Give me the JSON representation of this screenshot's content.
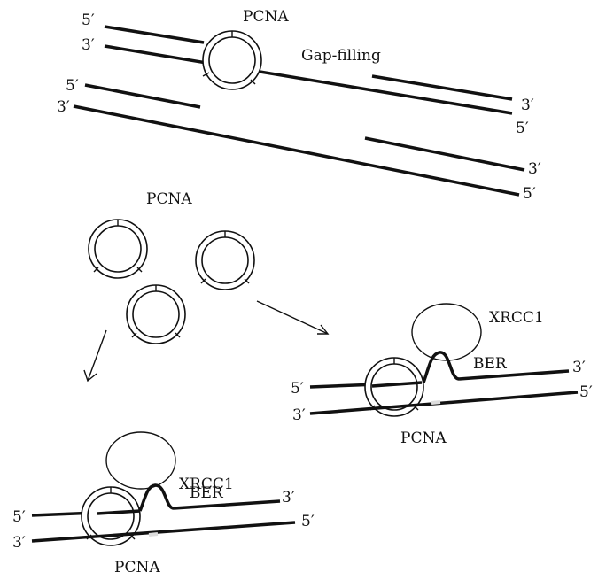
{
  "labels": {
    "pcna_top": "PCNA",
    "gap_filling": "Gap-filling",
    "pcna_free": "PCNA",
    "xrcc1_right": "XRCC1",
    "ber_right": "BER",
    "pcna_right": "PCNA",
    "xrcc1_left": "XRCC1",
    "ber_left": "BER",
    "pcna_left": "PCNA"
  },
  "ends": {
    "five_prime": "5′",
    "three_prime": "3′"
  }
}
